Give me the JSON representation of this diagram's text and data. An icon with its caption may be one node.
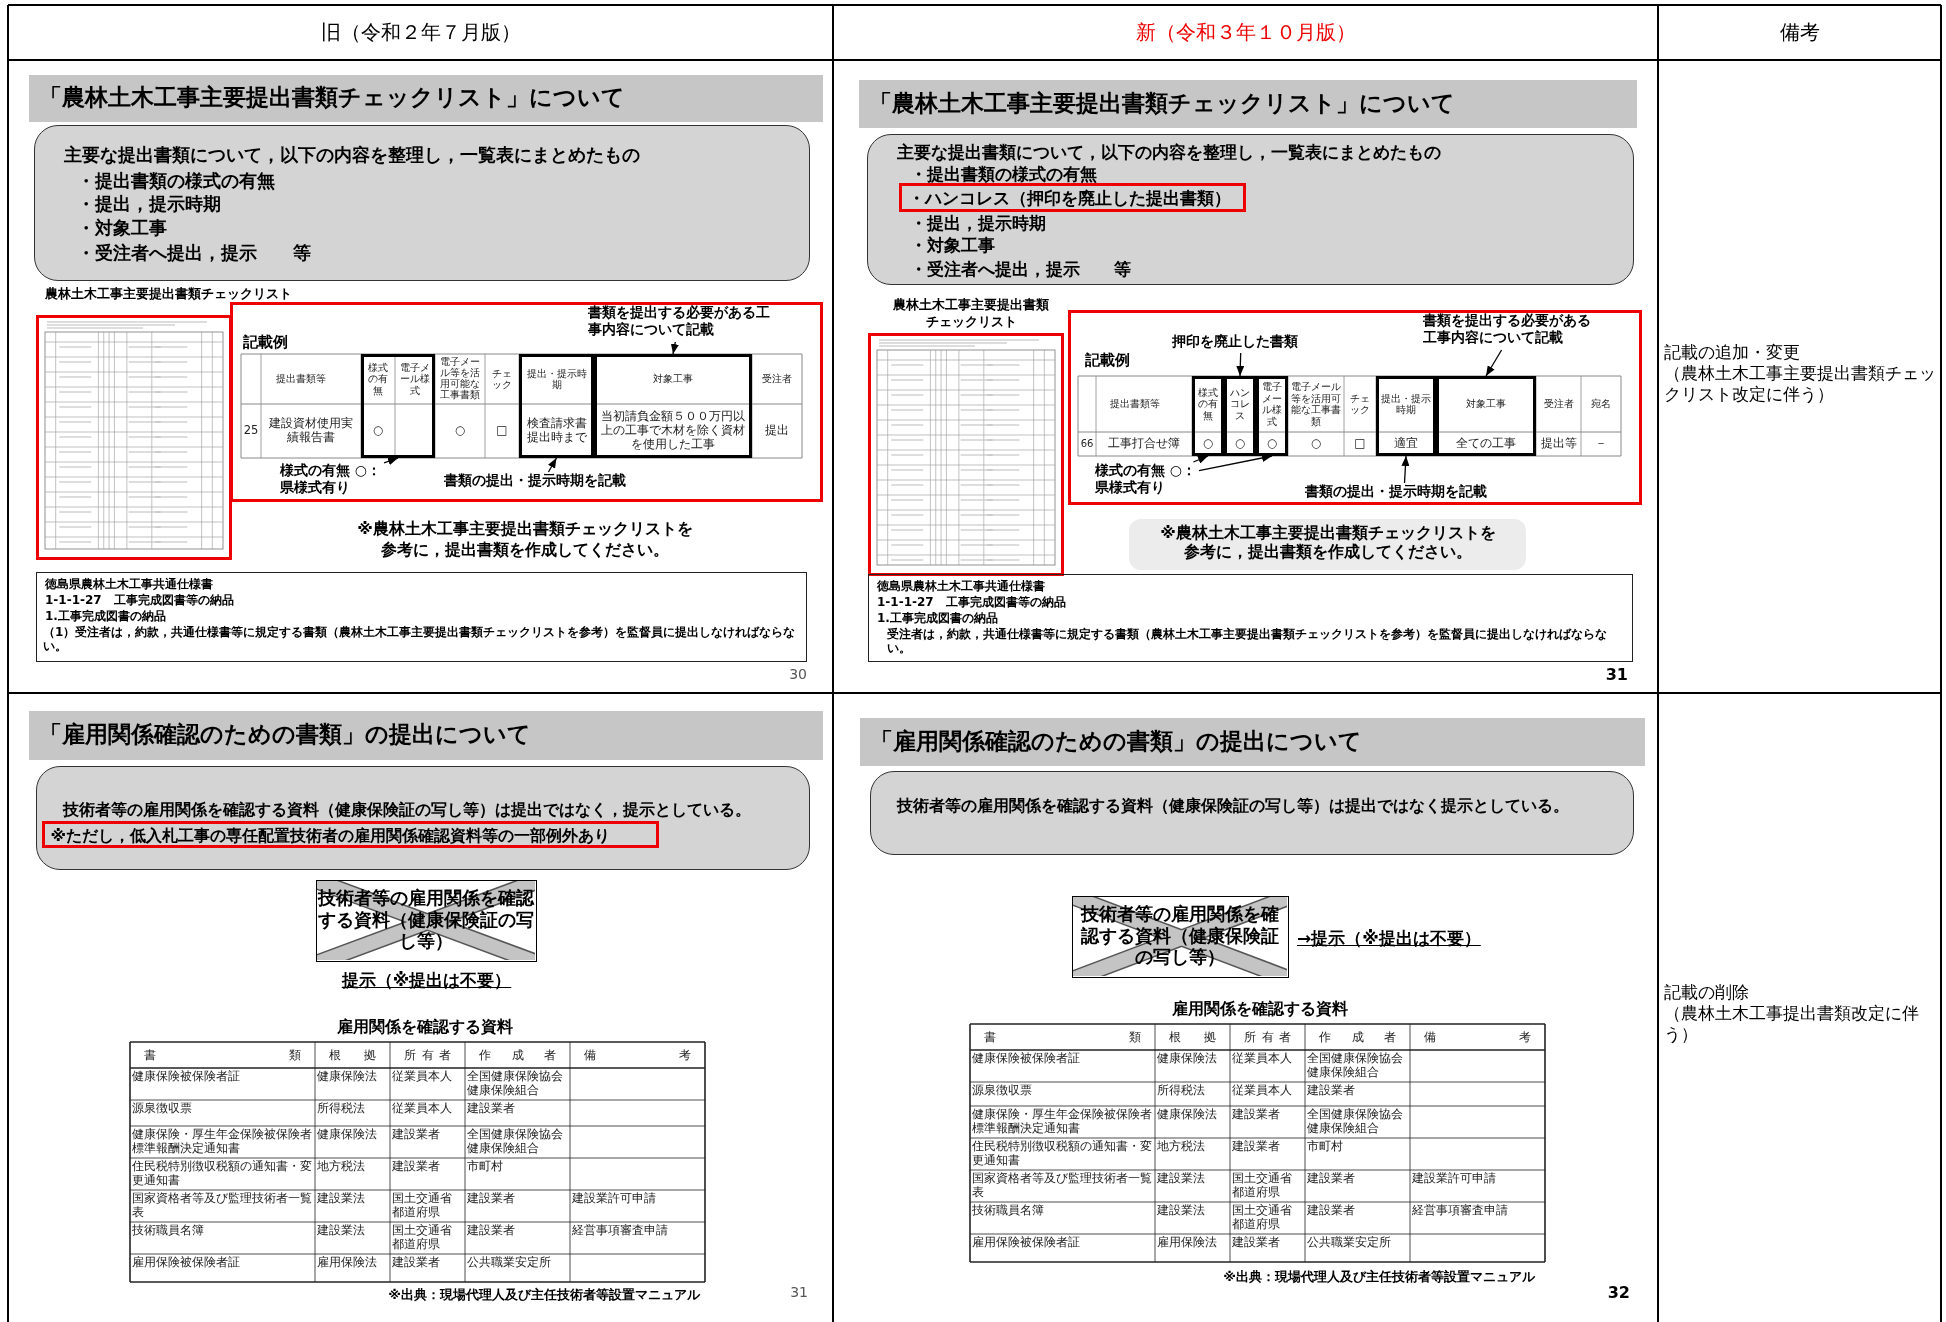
{
  "diagram": {
    "nodes": [
      {
        "text": [
          "「農林土木工事主要提出書類チェックリスト」について"
        ]
      },
      {
        "text": [
          "主要な提出書類について，以下の内容を整理し，一覧表にまとめたもの",
          "・提出書類の様式の有無",
          "・提出，提示時期",
          "・対象工事",
          "・受注者へ提出，提示　　等"
        ]
      },
      {
        "text": [
          "記載例"
        ]
      },
      {
        "text": [
          "書類を提出する必要がある工事内容について記載"
        ],
        "in": 2
      },
      {
        "text": [],
        "shape": "box",
        "in": 2
      },
      {
        "text": [],
        "shape": "box",
        "in": 2
      },
      {
        "text": [],
        "shape": "box",
        "in": 2
      },
      {
        "text": [
          "様式の有無 ○：県様式有り"
        ],
        "in": 2
      },
      {
        "text": [
          "書類の提出・提示時期を記載"
        ],
        "in": 2
      },
      {
        "text": [
          "徳島県農林土木工事共通仕様書",
          "1-1-1-27　工事完成図書等の納品",
          "1.工事完成図書の納品",
          "（1）受注者は，約款，共通仕様書等に規定する書類（農林土木工事主要提出書類チェックリストを参考）を監督員に提出しなければならない。"
        ]
      },
      {
        "text": [
          "「農林土木工事主要提出書類チェックリスト」について"
        ]
      },
      {
        "text": [
          "主要な提出書類について，以下の内容を整理し，一覧表にまとめたもの",
          "・提出書類の様式の有無",
          "・提出，提示時期",
          "・対象工事",
          "・受注者へ提出，提示　　等"
        ]
      },
      {
        "text": [
          "・ハンコレス（押印を廃止した提出書類）"
        ],
        "in": 11
      },
      {
        "text": [
          "記載例"
        ]
      },
      {
        "text": [
          "押印を廃止した書類"
        ],
        "in": 13
      },
      {
        "text": [
          "書類を提出する必要がある工事内容について記載"
        ],
        "in": 13
      },
      {
        "text": [],
        "shape": "box",
        "in": 13
      },
      {
        "text": [],
        "shape": "box",
        "in": 13
      },
      {
        "text": [],
        "shape": "box",
        "in": 13
      },
      {
        "text": [],
        "shape": "box",
        "in": 13
      },
      {
        "text": [],
        "shape": "box",
        "in": 13
      },
      {
        "text": [
          "様式の有無 ○：県様式有り"
        ],
        "in": 13
      },
      {
        "text": [
          "書類の提出・提示時期を記載"
        ],
        "in": 13
      },
      {
        "text": [
          "※農林土木工事主要提出書類チェックリストを参考に，提出書類を作成してください。"
        ]
      },
      {
        "text": [
          "徳島県農林土木工事共通仕様書",
          "1-1-1-27　工事完成図書等の納品",
          "1.工事完成図書の納品",
          "受注者は，約款，共通仕様書等に規定する書類（農林土木工事主要提出書類チェックリストを参考）を監督員に提出しなければならない。"
        ]
      },
      {
        "text": [
          "「雇用関係確認のための書類」の提出について"
        ]
      },
      {
        "text": [
          "技術者等の雇用関係を確認する資料（健康保険証の写し等）は提出ではなく，提示としている。"
        ]
      },
      {
        "text": [
          "※ただし，低入札工事の専任配置技術者の雇用関係確認資料等の一部例外あり"
        ],
        "in": 26
      },
      {
        "text": [
          "技術者等の雇用関係を確認する資料（健康保険証の写し等）"
        ]
      },
      {
        "text": [
          "「雇用関係確認のための書類」の提出について"
        ]
      },
      {
        "text": [
          "技術者等の雇用関係を確認する資料（健康保険証の写し等）は提出ではなく提示としている。"
        ]
      },
      {
        "text": [
          "技術者等の雇用関係を確認する資料（健康保険証の写し等）"
        ]
      }
    ],
    "edges": [
      {
        "from": 3,
        "to": 6,
        "arrow": "to"
      },
      {
        "from": 7,
        "to": 4,
        "arrow": "to"
      },
      {
        "from": 8,
        "to": 5,
        "arrow": "to"
      },
      {
        "from": 14,
        "to": 17,
        "arrow": "to"
      },
      {
        "from": 15,
        "to": 20,
        "arrow": "to"
      },
      {
        "from": 21,
        "to": 16,
        "arrow": "to"
      },
      {
        "from": 21,
        "to": 18,
        "arrow": "to"
      },
      {
        "from": 22,
        "to": 19,
        "arrow": "to"
      }
    ],
    "labels": [
      "旧（令和２年７月版）",
      "新（令和３年１０月版）",
      "備考",
      "農林土木工事主要提出書類チェックリスト",
      "提出書類等",
      "様式の有無",
      "電子メール様式",
      "電子メール等を活用可能な工事書類",
      "チェック",
      "提出・提示時期",
      "対象工事",
      "受注者",
      "25",
      "建設資材使用実績報告書",
      "○",
      "○",
      "□",
      "検査請求書提出時まで",
      "当初請負金額５００万円以上の工事で木材を除く資材を使用した工事",
      "提出",
      "※農林土木工事主要提出書類チェックリストを参考に，提出書類を作成してください。",
      "30",
      "農林土木工事主要提出書類チェックリスト",
      "提出書類等",
      "様式の有無",
      "ハンコレス",
      "電子メール様式",
      "電子メール等を活用可能な工事書類",
      "チェック",
      "提出・提示時期",
      "対象工事",
      "受注者",
      "宛名",
      "66",
      "工事打合せ簿",
      "○",
      "○",
      "○",
      "○",
      "□",
      "適宜",
      "全ての工事",
      "提出等",
      "－",
      "31",
      "記載の追加・変更",
      "（農林土木工事主要提出書類チェックリスト改定に伴う）",
      "提示（※提出は不要）",
      "雇用関係を確認する資料",
      "書類",
      "根拠",
      "所有者",
      "作成者",
      "備考",
      "健康保険被保険者証",
      "健康保険法",
      "従業員本人",
      "全国健康保険協会健康保険組合",
      "源泉徴収票",
      "所得税法",
      "従業員本人",
      "建設業者",
      "健康保険・厚生年金保険被保険者標準報酬決定通知書",
      "健康保険法",
      "建設業者",
      "全国健康保険協会健康保険組合",
      "住民税特別徴収税額の通知書・変更通知書",
      "地方税法",
      "建設業者",
      "市町村",
      "国家資格者等及び監理技術者一覧表",
      "建設業法",
      "国土交通省都道府県",
      "建設業者",
      "建設業許可申請",
      "技術職員名簿",
      "建設業法",
      "国土交通省都道府県",
      "建設業者",
      "経営事項審査申請",
      "雇用保険被保険者証",
      "雇用保険法",
      "建設業者",
      "公共職業安定所",
      "※出典：現場代理人及び主任技術者等設置マニュアル",
      "31",
      "→提示（※提出は不要）",
      "雇用関係を確認する資料",
      "書類",
      "根拠",
      "所有者",
      "作成者",
      "備考",
      "健康保険被保険者証",
      "健康保険法",
      "従業員本人",
      "全国健康保険協会健康保険組合",
      "源泉徴収票",
      "所得税法",
      "従業員本人",
      "建設業者",
      "健康保険・厚生年金保険被保険者標準報酬決定通知書",
      "健康保険法",
      "建設業者",
      "全国健康保険協会健康保険組合",
      "住民税特別徴収税額の通知書・変更通知書",
      "地方税法",
      "建設業者",
      "市町村",
      "国家資格者等及び監理技術者一覧表",
      "建設業法",
      "国土交通省都道府県",
      "建設業者",
      "建設業許可申請",
      "技術職員名簿",
      "建設業法",
      "国土交通省都道府県",
      "建設業者",
      "経営事項審査申請",
      "雇用保険被保険者証",
      "雇用保険法",
      "建設業者",
      "公共職業安定所",
      "※出典：現場代理人及び主任技術者等設置マニュアル",
      "32",
      "記載の削除",
      "（農林土木工事提出書類改定に伴う）"
    ]
  }
}
